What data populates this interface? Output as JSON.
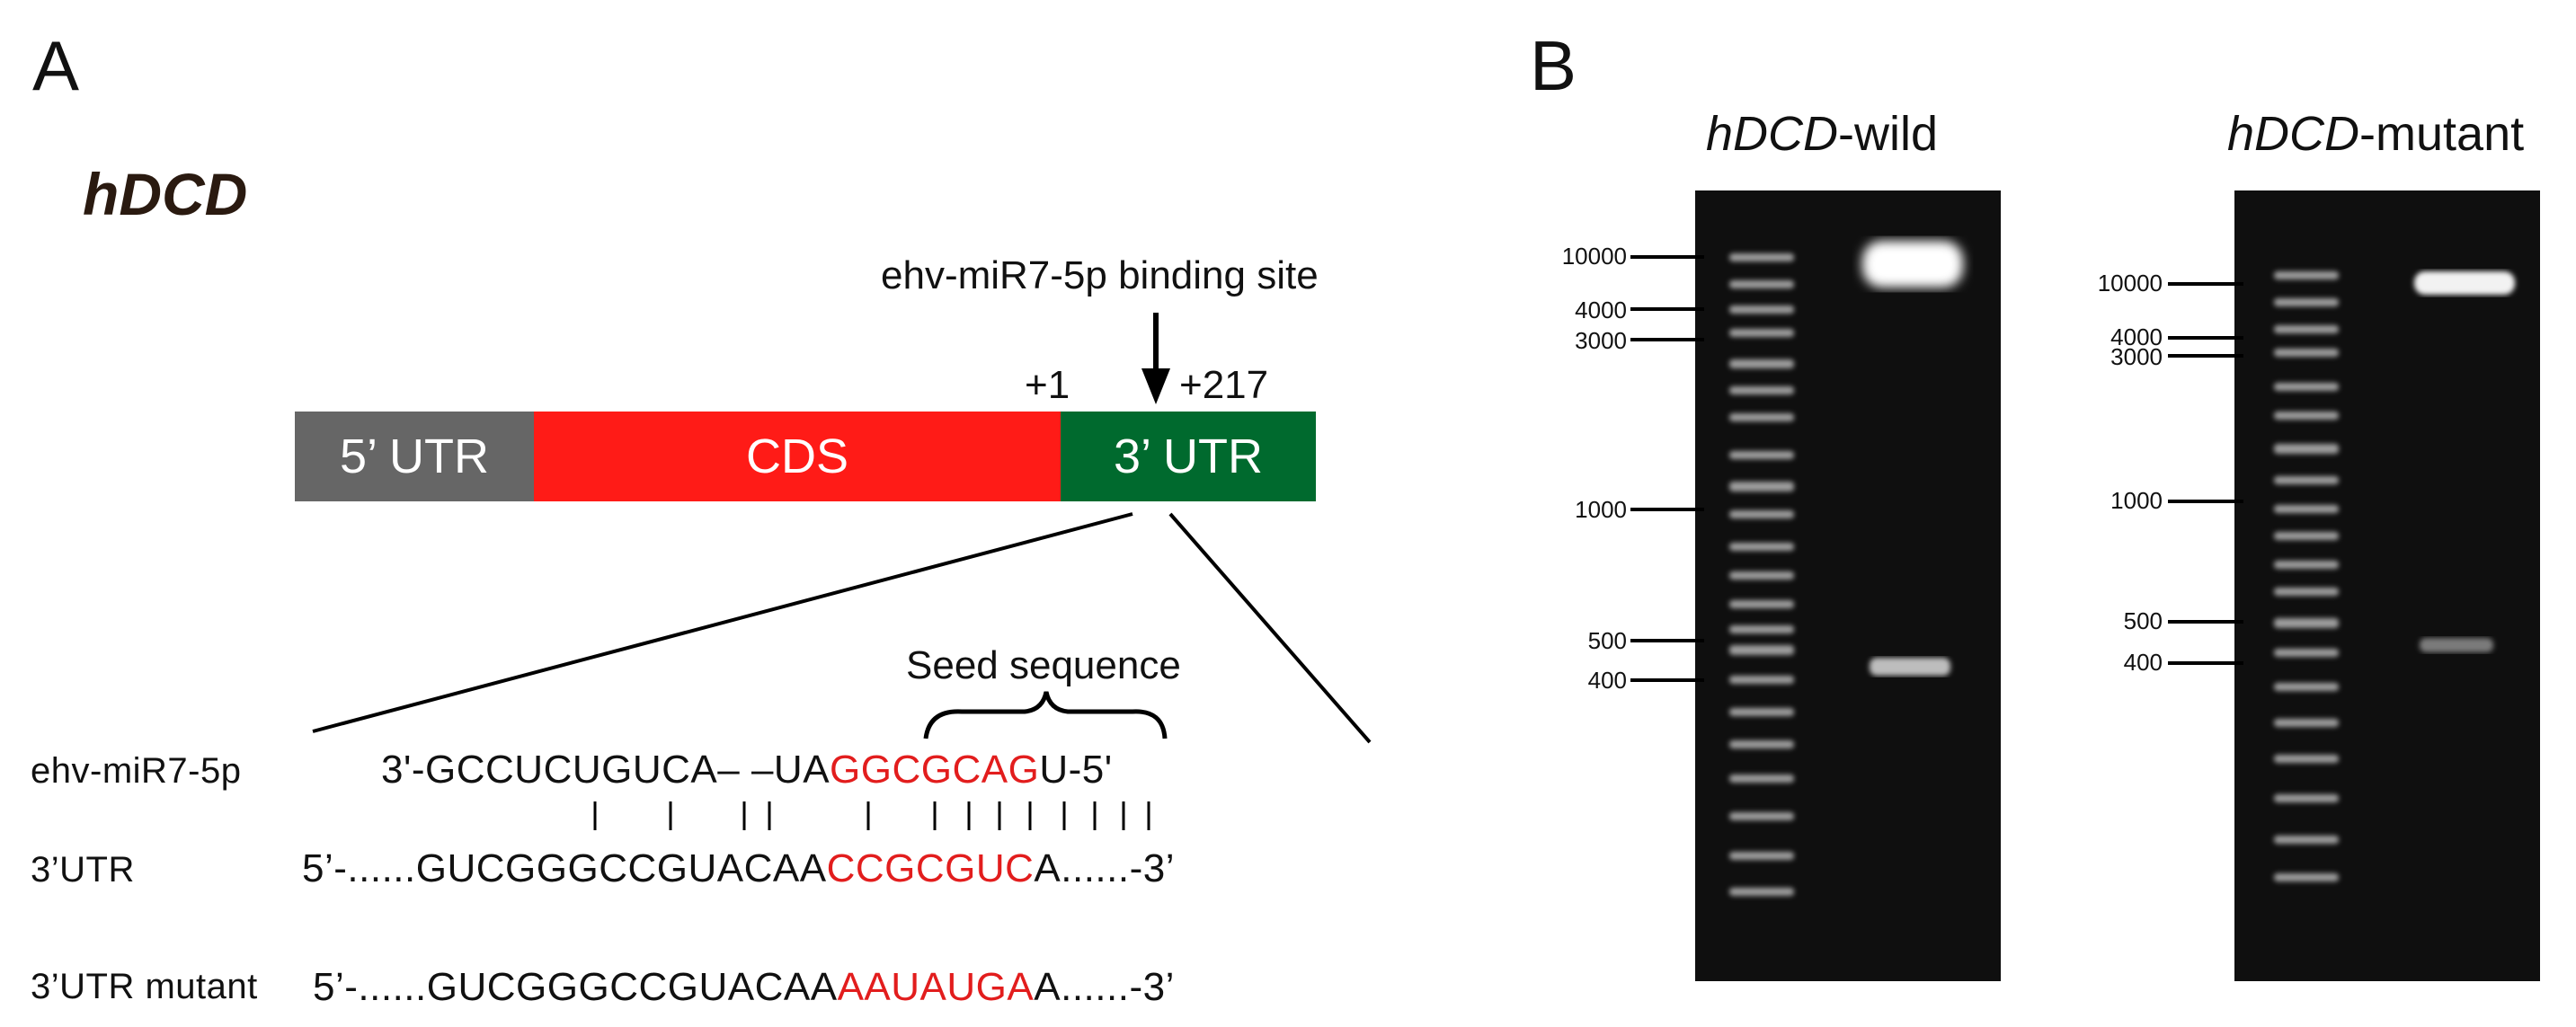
{
  "panelA": {
    "label": "A",
    "gene": "hDCD",
    "binding_site": "ehv-miR7-5p binding site",
    "plus1": "+1",
    "plus217": "+217",
    "segments": {
      "utr5": "5’ UTR",
      "cds": "CDS",
      "utr3": "3’ UTR"
    },
    "seed_label": "Seed sequence",
    "rows": {
      "mir_name": "ehv-miR7-5p",
      "mir_pre": "3'-GCCUCUGUCA– –UA",
      "mir_seed": "GGCGCAG",
      "mir_post": "U-5'",
      "utr_name": "3’UTR",
      "utr_pre": "5’-......GUCGGGCCGUACAA",
      "utr_seed": "CCGCGUC",
      "utr_post": "A......-3’",
      "mut_name": "3’UTR mutant",
      "mut_pre": "5’-......GUCGGGCCGUACAA",
      "mut_seed": "AAUAUGA",
      "mut_post": "A......-3’"
    },
    "colors": {
      "utr5": "#666666",
      "cds": "#ff1b17",
      "utr3": "#006a2e",
      "seed": "#e21d1d"
    }
  },
  "panelB": {
    "label": "B",
    "wild_gene": "hDCD",
    "wild_suffix": "-wild",
    "mut_gene": "hDCD",
    "mut_suffix": "-mutant",
    "wild_ladder": [
      "10000",
      "4000",
      "3000",
      "1000",
      "500",
      "400"
    ],
    "mut_ladder": [
      "10000",
      "4000",
      "3000",
      "1000",
      "500",
      "400"
    ]
  }
}
